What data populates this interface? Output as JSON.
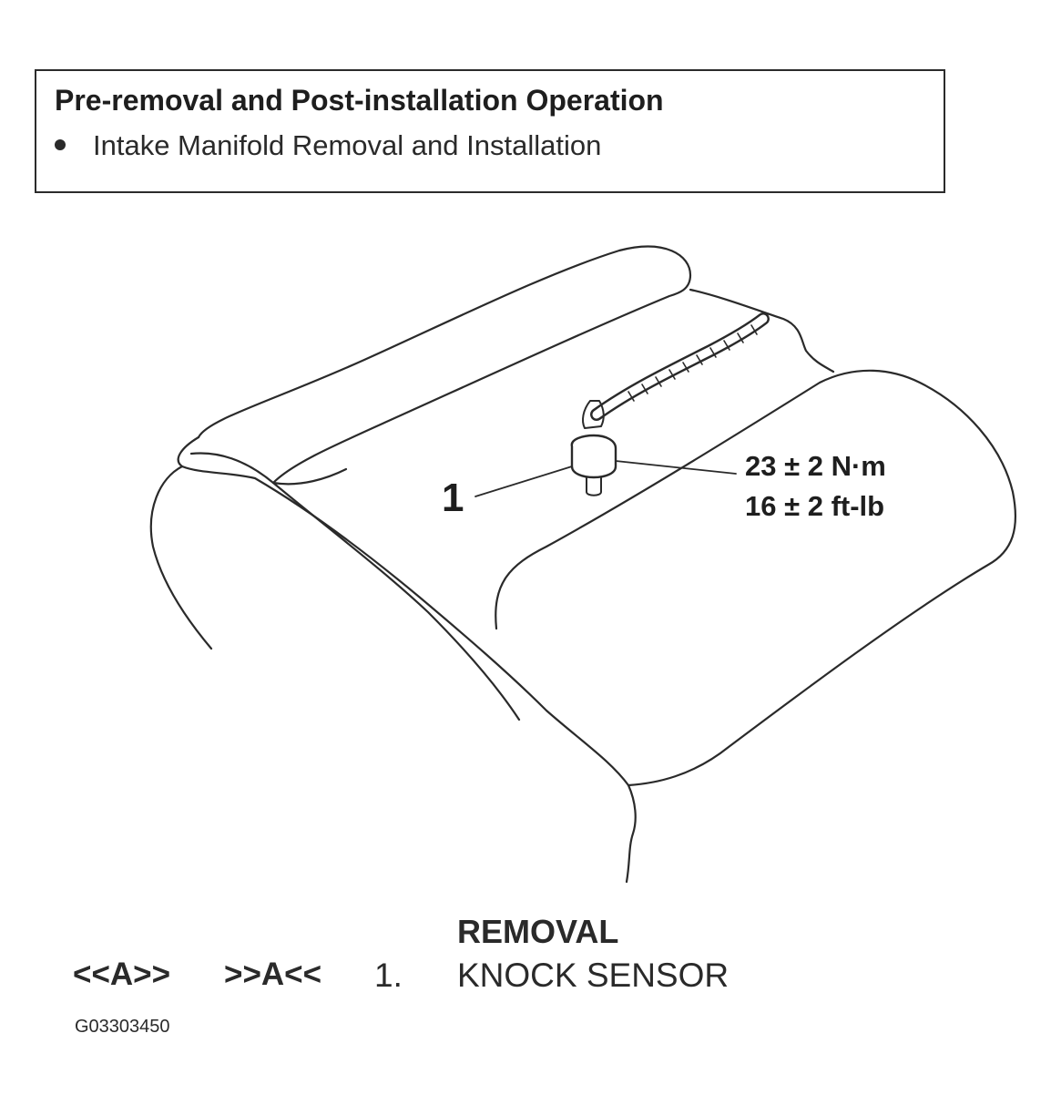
{
  "pre_removal": {
    "title": "Pre-removal and Post-installation Operation",
    "items": [
      "Intake Manifold Removal and Installation"
    ]
  },
  "illustration": {
    "callout_number": "1",
    "torque_metric": "23 ± 2 N·m",
    "torque_imperial": "16 ± 2 ft-lb"
  },
  "removal": {
    "heading": "REMOVAL",
    "steps": [
      {
        "ref_removal": "<<A>>",
        "ref_install": ">>A<<",
        "number": "1.",
        "label": "KNOCK SENSOR"
      }
    ]
  },
  "figure_code": "G03303450"
}
